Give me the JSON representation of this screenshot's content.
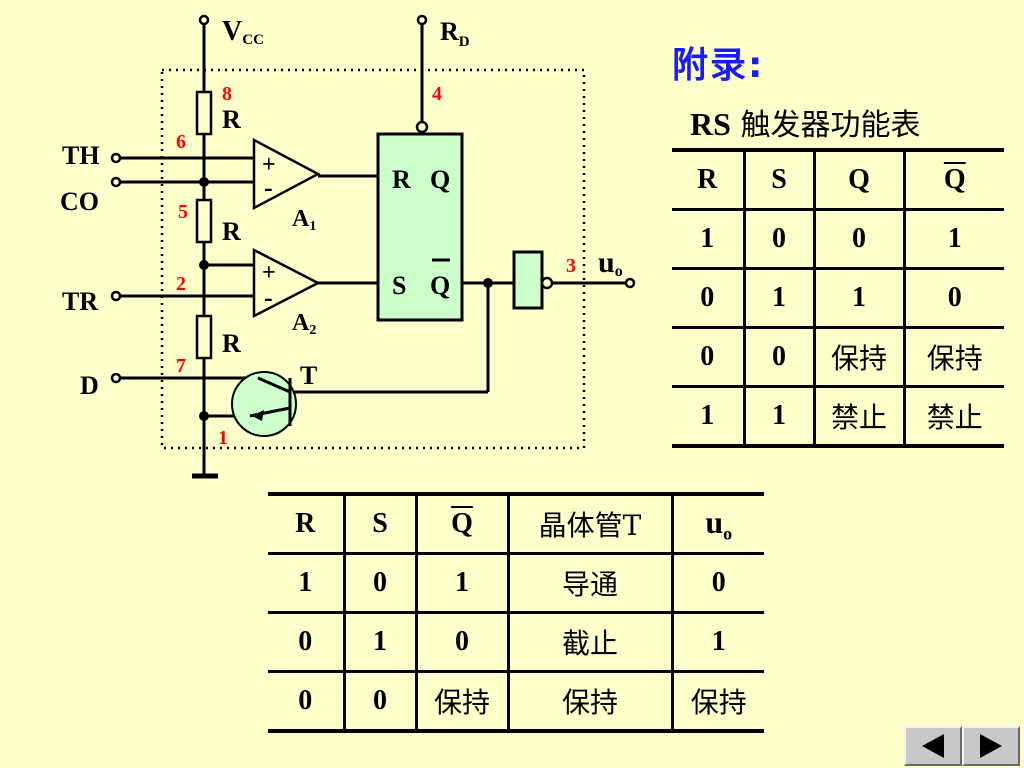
{
  "appendix_title": "附录:",
  "circuit": {
    "vcc": "V",
    "vcc_sub": "CC",
    "rd": "R",
    "rd_sub": "D",
    "th": "TH",
    "co": "CO",
    "tr": "TR",
    "d": "D",
    "r_top": "R",
    "r_mid": "R",
    "r_bot": "R",
    "a1": "A",
    "a1_sub": "1",
    "a2": "A",
    "a2_sub": "2",
    "t": "T",
    "uo": "u",
    "uo_sub": "o",
    "ff_r": "R",
    "ff_q": "Q",
    "ff_s": "S",
    "ff_qbar": "Q",
    "plus": "+",
    "minus": "-",
    "pins": {
      "p8": "8",
      "p4": "4",
      "p6": "6",
      "p5": "5",
      "p2": "2",
      "p3": "3",
      "p7": "7",
      "p1": "1"
    }
  },
  "rs_table": {
    "title_rs": "RS",
    "title_rest": " 触发器功能表",
    "headers": [
      "R",
      "S",
      "Q",
      "Q"
    ],
    "rows": [
      [
        "1",
        "0",
        "0",
        "1"
      ],
      [
        "0",
        "1",
        "1",
        "0"
      ],
      [
        "0",
        "0",
        "保持",
        "保持"
      ],
      [
        "1",
        "1",
        "禁止",
        "禁止"
      ]
    ]
  },
  "function_table": {
    "headers": [
      "R",
      "S",
      "Q",
      "晶体管T",
      "u",
      "o"
    ],
    "rows": [
      [
        "1",
        "0",
        "1",
        "导通",
        "0"
      ],
      [
        "0",
        "1",
        "0",
        "截止",
        "1"
      ],
      [
        "0",
        "0",
        "保持",
        "保持",
        "保持"
      ]
    ]
  },
  "colors": {
    "background": "#FFFFCC",
    "flipflop": "#CCFFCC",
    "pin_labels": "#FF0000",
    "title": "#1A1AFF"
  },
  "nav": {
    "prev_icon": "triangle-left-icon",
    "next_icon": "triangle-right-icon"
  }
}
